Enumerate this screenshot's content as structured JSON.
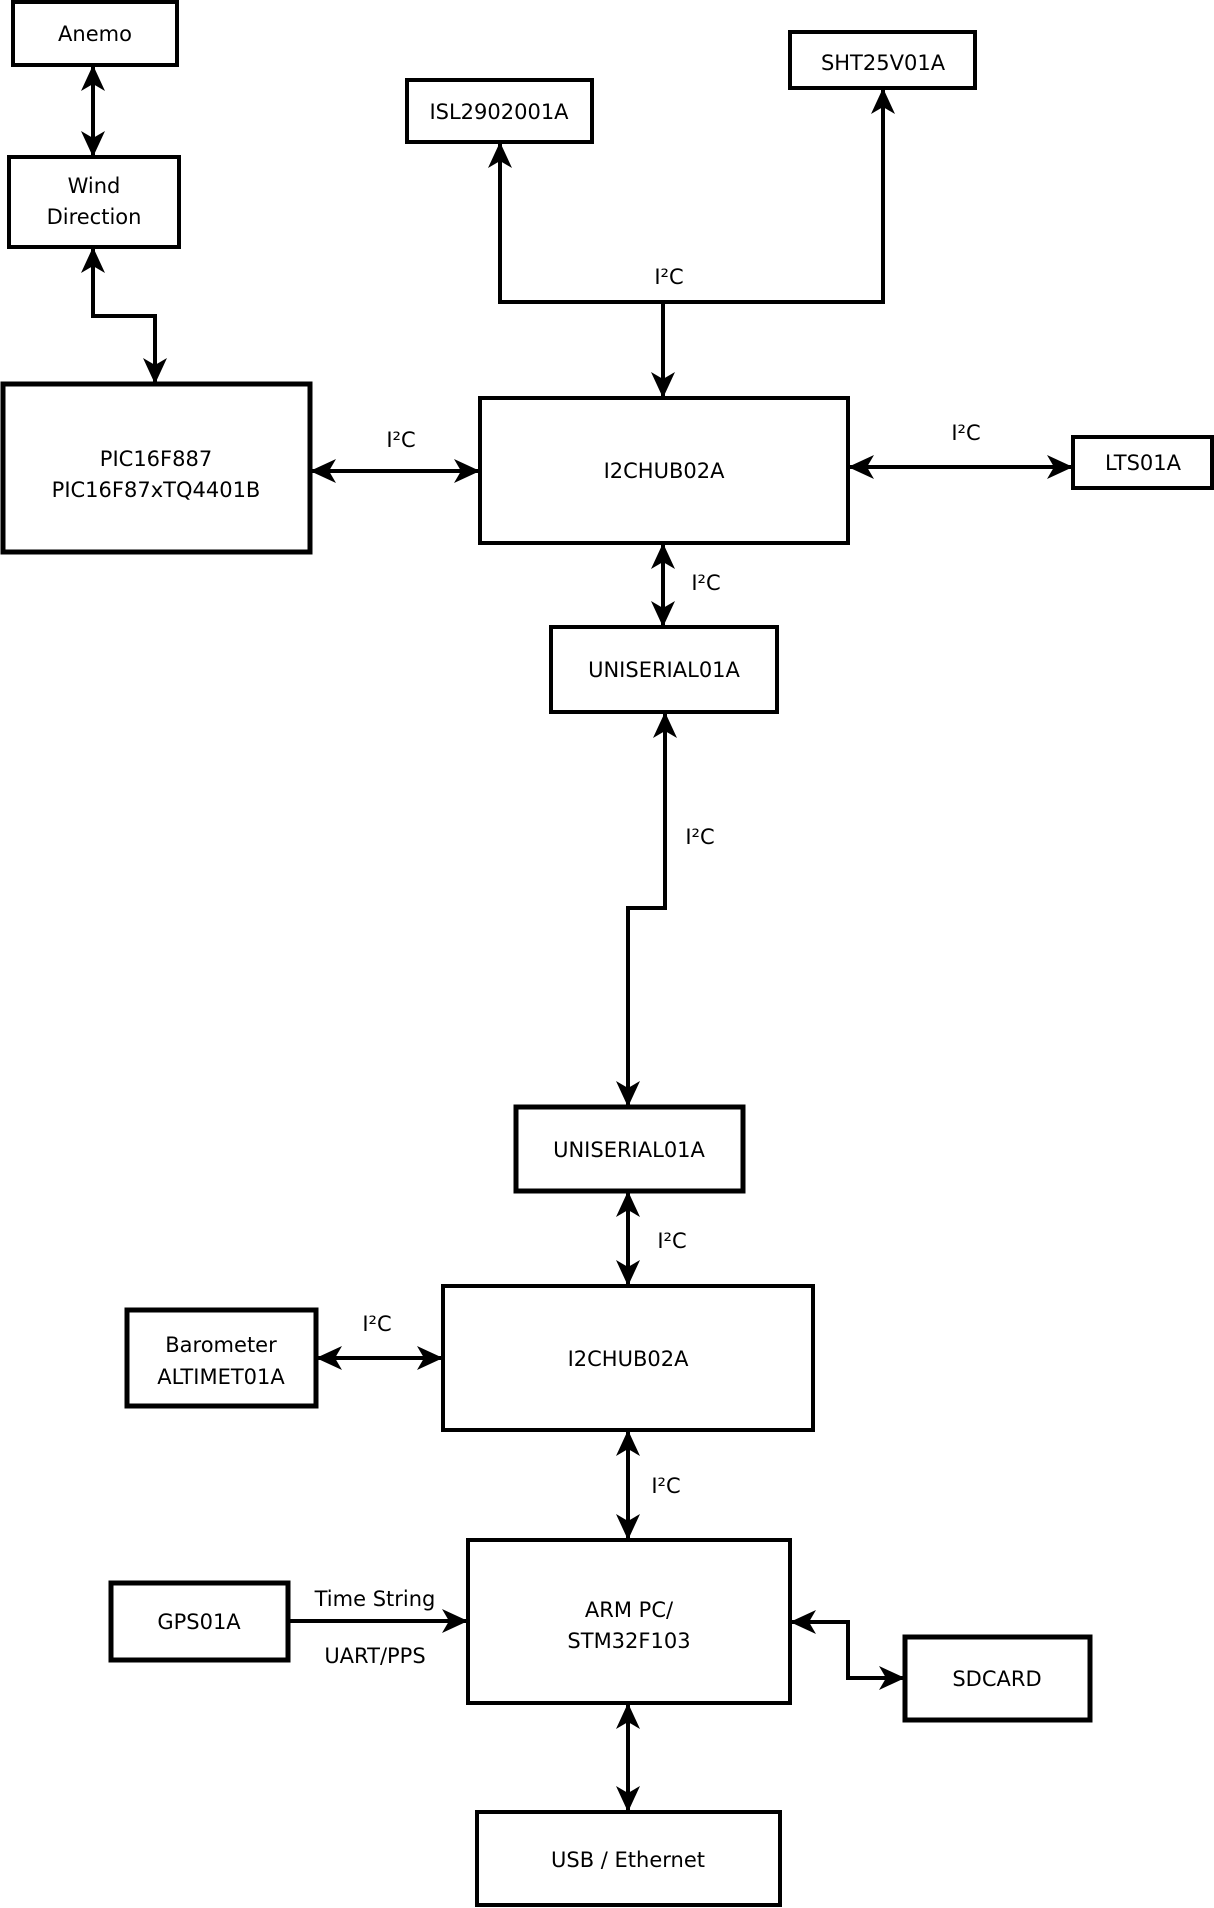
{
  "diagram": {
    "nodes": {
      "anemo": {
        "label": "Anemo"
      },
      "wind_direction": {
        "line1": "Wind",
        "line2": "Direction"
      },
      "pic16f887": {
        "line1": "PIC16F887",
        "line2": "PIC16F87xTQ4401B"
      },
      "isl2902001a": {
        "label": "ISL2902001A"
      },
      "sht25v01a": {
        "label": "SHT25V01A"
      },
      "i2chub02a_top": {
        "label": "I2CHUB02A"
      },
      "lts01a": {
        "label": "LTS01A"
      },
      "uniserial01a_top": {
        "label": "UNISERIAL01A"
      },
      "uniserial01a_bottom": {
        "label": "UNISERIAL01A"
      },
      "i2chub02a_bottom": {
        "label": "I2CHUB02A"
      },
      "barometer_altimet01a": {
        "line1": "Barometer",
        "line2": "ALTIMET01A"
      },
      "arm_pc_stm32f103": {
        "line1": "ARM PC/",
        "line2": "STM32F103"
      },
      "gps01a": {
        "label": "GPS01A"
      },
      "sdcard": {
        "label": "SDCARD"
      },
      "usb_ethernet": {
        "label": "USB / Ethernet"
      }
    },
    "edge_labels": {
      "sensor_bus": "I²C",
      "pic_hub": "I²C",
      "hub_lts": "I²C",
      "hub_uniserial": "I²C",
      "uniserial_link": "I²C",
      "uniserial_hub2": "I²C",
      "barometer_hub2": "I²C",
      "hub2_arm": "I²C",
      "gps_arm_line1": "Time String",
      "gps_arm_line2": "UART/PPS"
    },
    "colors": {
      "line": "#000000",
      "box_fill": "#ffffff",
      "background": "#ffffff"
    }
  }
}
